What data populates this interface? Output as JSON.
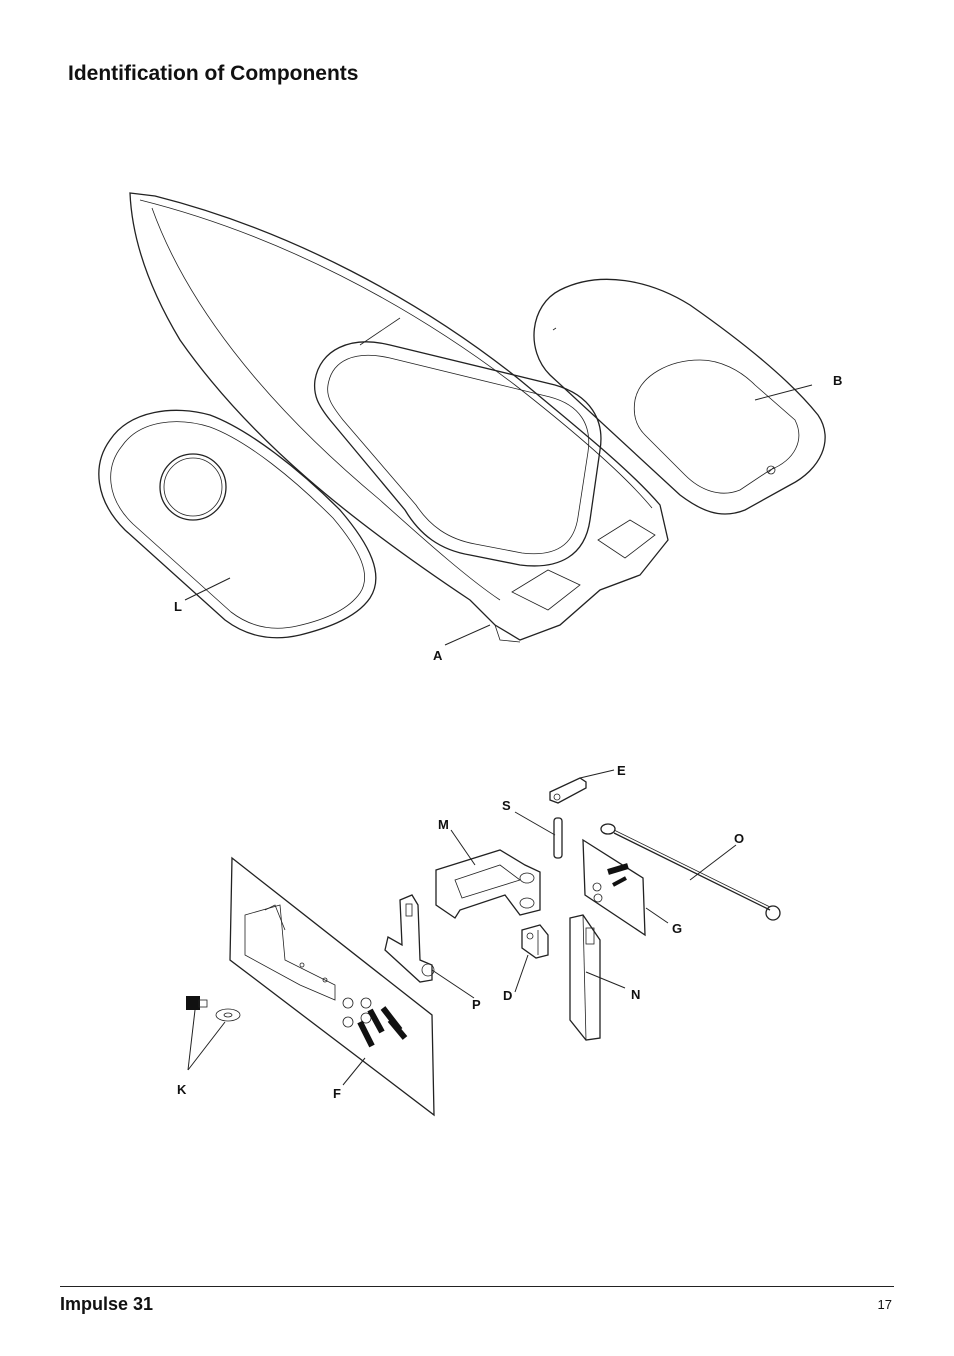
{
  "page": {
    "title": "Identification of Components",
    "footer_title": "Impulse 31",
    "page_number": "17"
  },
  "labels": {
    "A": "A",
    "B": "B",
    "L": "L",
    "E": "E",
    "S": "S",
    "M": "M",
    "O": "O",
    "G": "G",
    "P": "P",
    "D": "D",
    "N": "N",
    "K": "K",
    "F": "F"
  }
}
